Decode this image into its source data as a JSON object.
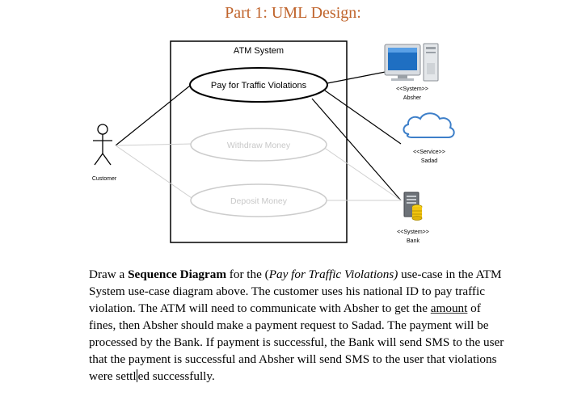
{
  "heading": "Part 1: UML Design:",
  "diagram": {
    "system_title": "ATM System",
    "use_cases": {
      "pay": "Pay for Traffic Violations",
      "withdraw": "Withdraw Money",
      "deposit": "Deposit Money"
    },
    "actor": "Customer",
    "externals": {
      "absher_stereotype": "<<System>>",
      "absher_name": "Absher",
      "sadad_stereotype": "<<Service>>",
      "sadad_name": "Sadad",
      "bank_stereotype": "<<System>>",
      "bank_name": "Bank"
    }
  },
  "paragraph": {
    "p1": "Draw a ",
    "p2": "Sequence Diagram",
    "p3": " for the (",
    "p4": "Pay for Traffic Violations)",
    "p5": " use-case in the ATM System use-case diagram above. The customer uses his national ID to pay traffic violation. The ATM will need to communicate with Absher to get the ",
    "p6": "amount",
    "p7": " of fines, then Absher should make a payment request to Sadad. The payment will be processed by the Bank. If payment is successful, the Bank will send SMS to the user that the payment is successful and Absher will send SMS to the user that violations were settl",
    "p8": "ed successfully."
  },
  "colors": {
    "heading": "#c0642c",
    "faded": "#cccccc",
    "cloud": "#6fa8dc",
    "monitor": "#1f6fc2"
  }
}
